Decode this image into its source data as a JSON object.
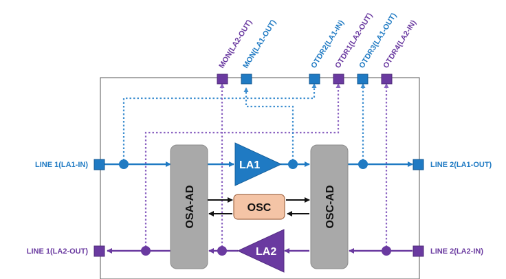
{
  "top_ports": [
    {
      "id": "mon-la2-out",
      "label": "MON(LA2-OUT)",
      "color": "#6a3aa0"
    },
    {
      "id": "mon-la1-out",
      "label": "MON(LA1-OUT)",
      "color": "#1f7ac3"
    },
    {
      "id": "otdr2-la1-in",
      "label": "OTDR2(LA1-IN)",
      "color": "#1f7ac3"
    },
    {
      "id": "otdr1-la2-out",
      "label": "OTDR1(LA2-OUT)",
      "color": "#6a3aa0"
    },
    {
      "id": "otdr3-la1-out",
      "label": "OTDR3(LA1-OUT)",
      "color": "#1f7ac3"
    },
    {
      "id": "otdr4-la2-in",
      "label": "OTDR4(LA2-IN)",
      "color": "#6a3aa0"
    }
  ],
  "side_ports": {
    "line1_la1_in": "LINE 1(LA1-IN)",
    "line2_la1_out": "LINE 2(LA1-OUT)",
    "line1_la2_out": "LINE 1(LA2-OUT)",
    "line2_la2_in": "LINE 2(LA2-IN)"
  },
  "blocks": {
    "osa_ad": "OSA-AD",
    "osc_ad": "OSC-AD",
    "la1": "LA1",
    "la2": "LA2",
    "osc": "OSC"
  },
  "colors": {
    "blue": "#1f7ac3",
    "purple": "#6a3aa0",
    "block_gray": "#a9a9a9",
    "osc_fill": "#f4c4a6",
    "dotted_blue": "#3f8fd0",
    "dotted_purple": "#8b63c1"
  }
}
